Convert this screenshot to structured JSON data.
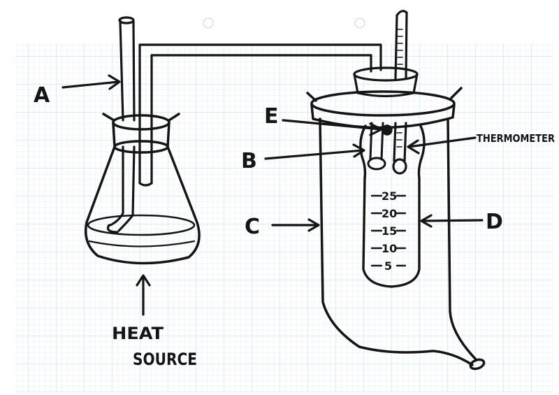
{
  "labels": {
    "a": "A",
    "b": "B",
    "c": "C",
    "d": "D",
    "e": "E",
    "thermometer": "THERMOMETER",
    "heat_source_line1": "HEAT",
    "heat_source_line2": "SOURCE"
  },
  "scale_marks": [
    "25",
    "20",
    "15",
    "10",
    "5"
  ],
  "colors": {
    "ink": "#151515",
    "grid": "#c9d9e6",
    "paper": "#fbfdff"
  }
}
